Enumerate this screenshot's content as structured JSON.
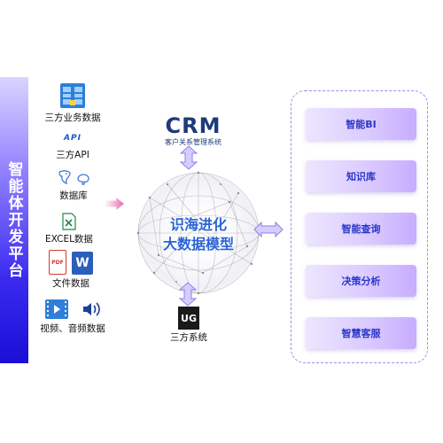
{
  "platform": {
    "title": "智能体开发平台"
  },
  "sources": {
    "business": {
      "label": "三方业务数据",
      "icon": "spreadsheet-icon"
    },
    "api": {
      "label": "三方API",
      "icon_text": "API"
    },
    "database": {
      "label": "数据库",
      "icon": "database-icon"
    },
    "excel": {
      "label": "EXCEL数据",
      "icon": "excel-icon"
    },
    "files": {
      "label": "文件数据",
      "icon": "pdf-word-icon",
      "pdf_text": "PDF",
      "word_text": "W"
    },
    "media": {
      "label": "视频、音频数据",
      "icon": "video-audio-icon"
    }
  },
  "crm": {
    "title": "CRM",
    "subtitle": "客户关系管理系统"
  },
  "model": {
    "line1": "识海进化",
    "line2": "大数据模型"
  },
  "third_party": {
    "label": "三方系统",
    "logo_text": "UG"
  },
  "capabilities": [
    {
      "label": "智能BI"
    },
    {
      "label": "知识库"
    },
    {
      "label": "智能查询"
    },
    {
      "label": "决策分析"
    },
    {
      "label": "智慧客服"
    }
  ],
  "colors": {
    "accent_blue": "#2b63d6",
    "crm_navy": "#1e3a7a",
    "card_text": "#2a36c8",
    "panel_border": "#9a8cf0"
  }
}
